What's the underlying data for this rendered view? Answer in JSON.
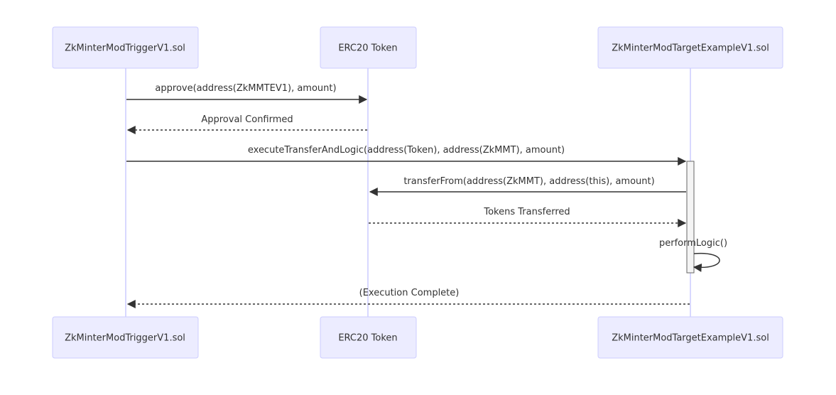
{
  "participants": [
    {
      "id": "trigger",
      "label": "ZkMinterModTriggerV1.sol"
    },
    {
      "id": "token",
      "label": "ERC20 Token"
    },
    {
      "id": "target",
      "label": "ZkMinterModTargetExampleV1.sol"
    }
  ],
  "messages": [
    {
      "from": "trigger",
      "to": "token",
      "label": "approve(address(ZkMMTEV1), amount)",
      "style": "solid"
    },
    {
      "from": "token",
      "to": "trigger",
      "label": "Approval Confirmed",
      "style": "dashed"
    },
    {
      "from": "trigger",
      "to": "target",
      "label": "executeTransferAndLogic(address(Token), address(ZkMMT), amount)",
      "style": "solid"
    },
    {
      "from": "target",
      "to": "token",
      "label": "transferFrom(address(ZkMMT), address(this), amount)",
      "style": "solid"
    },
    {
      "from": "token",
      "to": "target",
      "label": "Tokens Transferred",
      "style": "dashed"
    },
    {
      "from": "target",
      "to": "target",
      "label": "performLogic()",
      "style": "solid"
    },
    {
      "from": "target",
      "to": "trigger",
      "label": "(Execution Complete)",
      "style": "dashed"
    }
  ]
}
